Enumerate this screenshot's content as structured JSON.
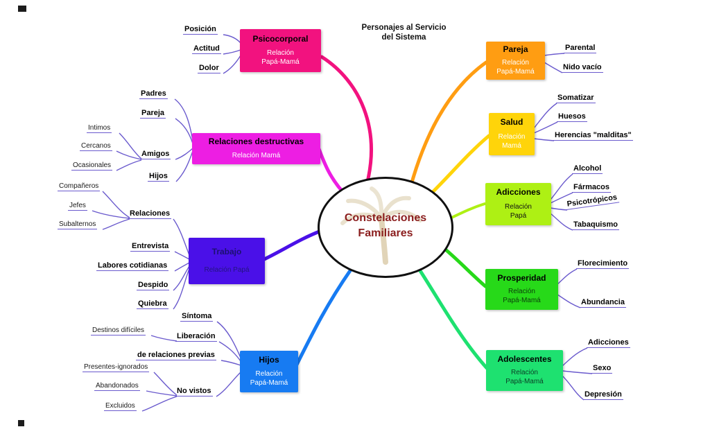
{
  "header": {
    "title": "Personajes al Servicio\ndel Sistema"
  },
  "center": {
    "line1": "Constelaciones",
    "line2": "Familiares",
    "text_color": "#8B1E1E",
    "border_color": "#101010"
  },
  "connector_color": "#6A5ACD",
  "branches": {
    "psicocorporal": {
      "label": "Psicocorporal",
      "sublabel": "Relación\nPapá-Mamá",
      "color": "#F2127F",
      "label_color": "#000000",
      "sublabel_color": "#FFFFFF"
    },
    "relaciones_destructivas": {
      "label": "Relaciones destructivas",
      "sublabel": "Relación  Mamá",
      "color": "#ED1EE3",
      "label_color": "#000000",
      "sublabel_color": "#FFFFFF"
    },
    "trabajo": {
      "label": "Trabajo",
      "sublabel": "Relación Papá",
      "color": "#4A10E8",
      "label_color": "#1C1070",
      "sublabel_color": "#241580"
    },
    "hijos": {
      "label": "Hijos",
      "sublabel": "Relación\nPapá-Mamá",
      "color": "#177BF2",
      "label_color": "#000000",
      "sublabel_color": "#FFFFFF"
    },
    "pareja": {
      "label": "Pareja",
      "sublabel": "Relación\nPapá-Mamá",
      "color": "#FF9D12",
      "label_color": "#000000",
      "sublabel_color": "#FFFFFF"
    },
    "salud": {
      "label": "Salud",
      "sublabel": "Relación\nMamá",
      "color": "#FFD40A",
      "label_color": "#000000",
      "sublabel_color": "#FFFFFF"
    },
    "adicciones": {
      "label": "Adicciones",
      "sublabel": "Relación\nPapá",
      "color": "#AEF014",
      "label_color": "#000000",
      "sublabel_color": "#111111"
    },
    "prosperidad": {
      "label": "Prosperidad",
      "sublabel": "Relación\nPapá-Mamá",
      "color": "#27D919",
      "label_color": "#000000",
      "sublabel_color": "#0B3D0B"
    },
    "adolescentes": {
      "label": "Adolescentes",
      "sublabel": "Relación\nPapá-Mamá",
      "color": "#1EE170",
      "label_color": "#000000",
      "sublabel_color": "#0B3D26"
    }
  },
  "leaves": {
    "posicion": "Posición",
    "actitud": "Actitud",
    "dolor": "Dolor",
    "padres": "Padres",
    "pareja_leaf": "Pareja",
    "amigos": "Amigos",
    "hijos_leaf": "Hijos",
    "intimos": "Intimos",
    "cercanos": "Cercanos",
    "ocasionales": "Ocasionales",
    "relaciones": "Relaciones",
    "companeros": "Compañeros",
    "jefes": "Jefes",
    "subalternos": "Subalternos",
    "entrevista": "Entrevista",
    "labores": "Labores cotidianas",
    "despido": "Despido",
    "quiebra": "Quiebra",
    "sintoma": "Síntoma",
    "liberacion": "Liberación",
    "de_previas": "de relaciones previas",
    "destinos": "Destinos difíciles",
    "no_vistos": "No vistos",
    "presentes": "Presentes-ignorados",
    "abandonados": "Abandonados",
    "excluidos": "Excluidos",
    "parental": "Parental",
    "nido": "Nido vacío",
    "somatizar": "Somatizar",
    "huesos": "Huesos",
    "herencias": "Herencias \"malditas\"",
    "alcohol": "Alcohol",
    "farmacos": "Fármacos",
    "psicotropicos": "Psicotrópicos",
    "tabaquismo": "Tabaquismo",
    "florecimiento": "Florecimiento",
    "abundancia": "Abundancia",
    "adicciones_leaf": "Adicciones",
    "sexo": "Sexo",
    "depresion": "Depresión"
  }
}
